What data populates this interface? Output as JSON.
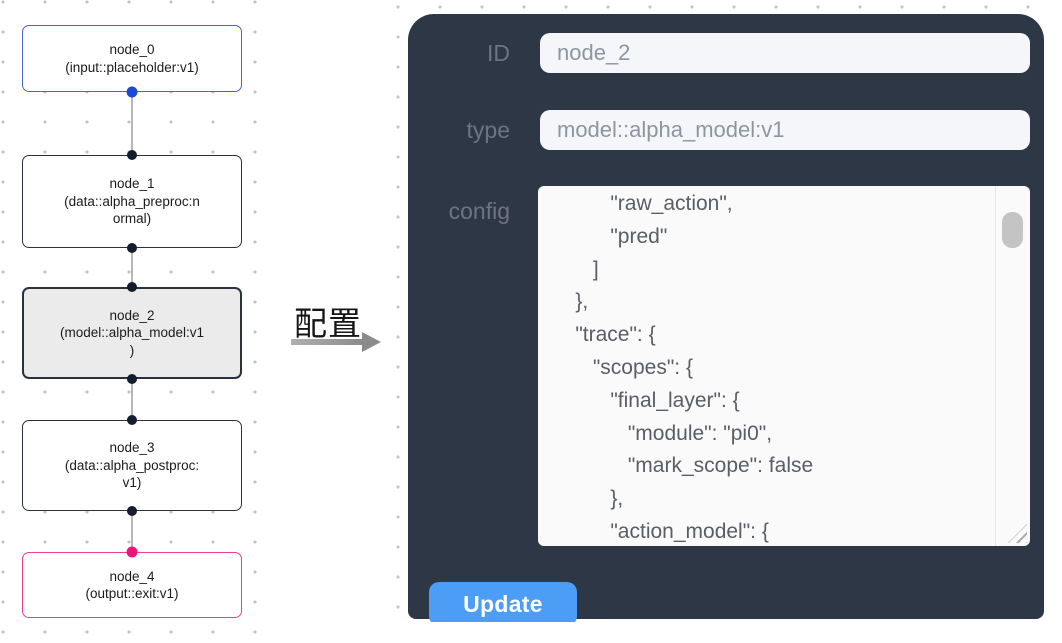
{
  "flow": {
    "nodes": [
      {
        "title": "node_0",
        "subtitle_lines": [
          "(input::placeholder:v1)"
        ],
        "selected": false
      },
      {
        "title": "node_1",
        "subtitle_lines": [
          "(data::alpha_preproc:n",
          "ormal)"
        ],
        "selected": false
      },
      {
        "title": "node_2",
        "subtitle_lines": [
          "(model::alpha_model:v1",
          ")"
        ],
        "selected": true
      },
      {
        "title": "node_3",
        "subtitle_lines": [
          "(data::alpha_postproc:",
          "v1)"
        ],
        "selected": false
      },
      {
        "title": "node_4",
        "subtitle_lines": [
          "(output::exit:v1)"
        ],
        "selected": false
      }
    ]
  },
  "annotation": {
    "label": "配置",
    "icon": "arrow-right-icon"
  },
  "panel": {
    "id_field": {
      "label": "ID",
      "value": "node_2"
    },
    "type_field": {
      "label": "type",
      "value": "model::alpha_model:v1"
    },
    "config_field": {
      "label": "config",
      "value": "          \"raw_action\",\n          \"pred\"\n       ]\n    },\n    \"trace\": {\n       \"scopes\": {\n          \"final_layer\": {\n             \"module\": \"pi0\",\n             \"mark_scope\": false\n          },\n          \"action_model\": {"
    },
    "update_button": "Update"
  },
  "colors": {
    "panel_bg": "#2d3746",
    "button_blue": "#4b9df6",
    "node_border_blue": "#4466d2",
    "node_border_dark": "#29323f",
    "node_border_pink": "#ee3f8e",
    "handle_blue": "#1c49d8",
    "handle_dark": "#141d2e",
    "handle_pink": "#f0137a",
    "selected_node_fill": "#ebebeb",
    "grid_dot": "#bfc3c9"
  }
}
